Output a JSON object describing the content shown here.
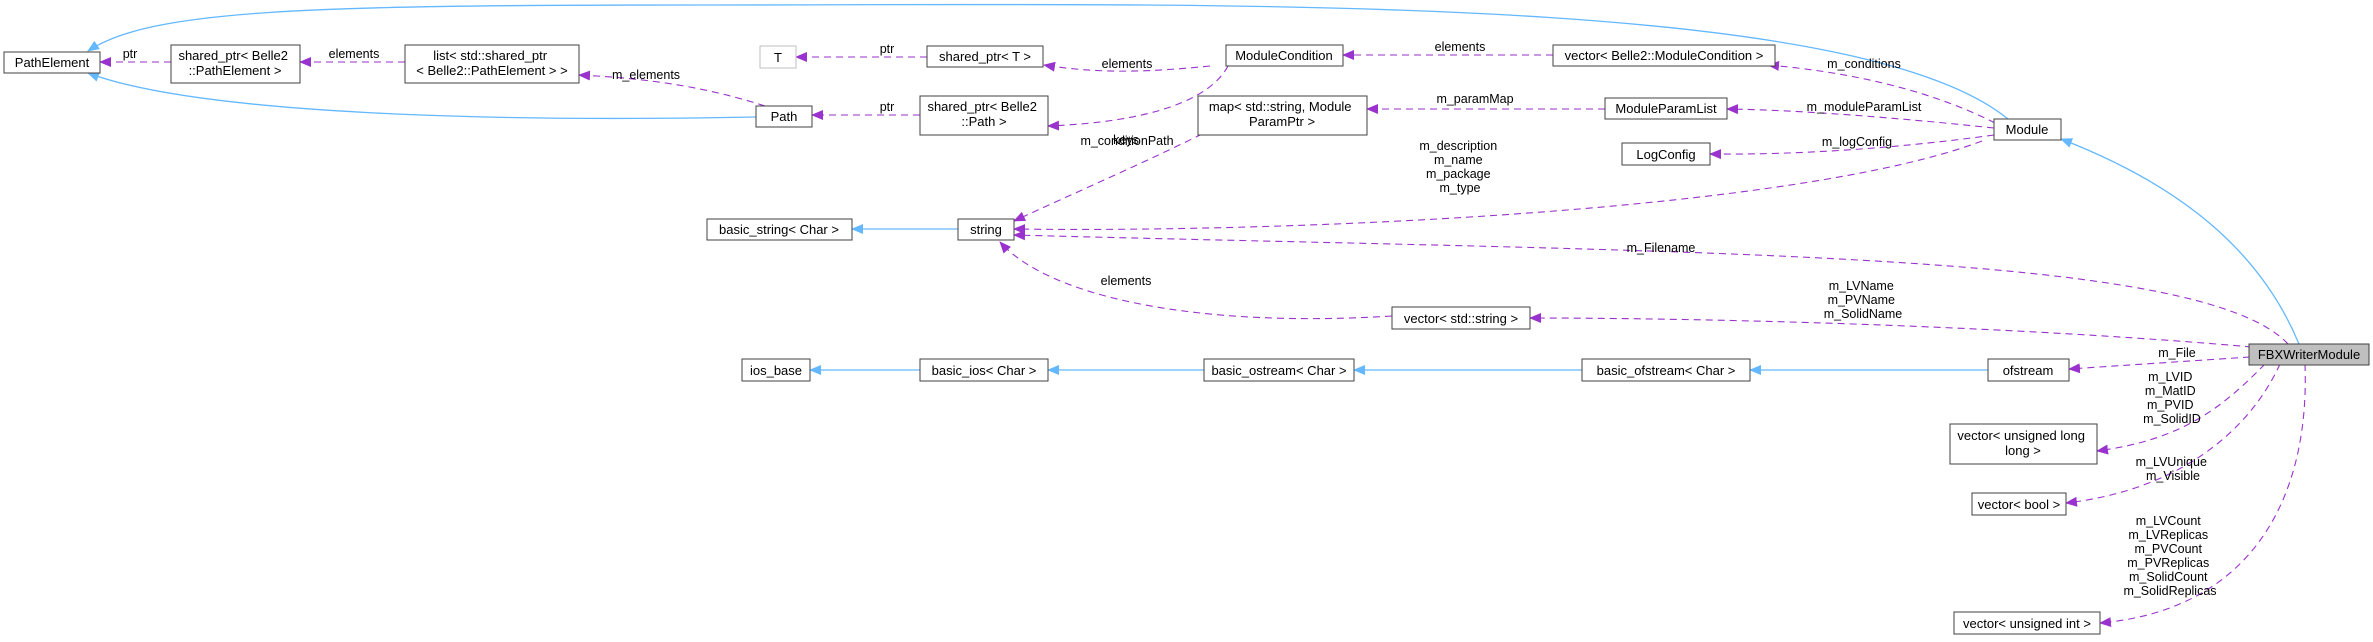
{
  "colors": {
    "inheritance_edge": "#63b8ff",
    "usage_edge": "#9a32cd",
    "highlight_node_fill": "#bfbfbf",
    "node_border": "#404040",
    "template_node_border": "#bfbfbf"
  },
  "nodes": {
    "path_element": [
      "PathElement"
    ],
    "shared_ptr_path_element": [
      "shared_ptr< Belle2",
      "::PathElement >"
    ],
    "list_shared_ptr": [
      "list< std::shared_ptr",
      "< Belle2::PathElement > >"
    ],
    "path": [
      "Path"
    ],
    "t": [
      "T"
    ],
    "shared_ptr_t": [
      "shared_ptr< T >"
    ],
    "shared_ptr_path": [
      "shared_ptr< Belle2",
      "::Path >"
    ],
    "module_condition": [
      "ModuleCondition"
    ],
    "vector_module_condition": [
      "vector< Belle2::ModuleCondition >"
    ],
    "map_string_module_param": [
      "map< std::string, Module",
      "ParamPtr >"
    ],
    "module_param_list": [
      "ModuleParamList"
    ],
    "log_config": [
      "LogConfig"
    ],
    "module": [
      "Module"
    ],
    "basic_string_char": [
      "basic_string< Char >"
    ],
    "string": [
      "string"
    ],
    "vector_std_string": [
      "vector< std::string >"
    ],
    "ios_base": [
      "ios_base"
    ],
    "basic_ios_char": [
      "basic_ios< Char >"
    ],
    "basic_ostream_char": [
      "basic_ostream< Char >"
    ],
    "basic_ofstream_char": [
      "basic_ofstream< Char >"
    ],
    "ofstream": [
      "ofstream"
    ],
    "fbx_writer_module": [
      "FBXWriterModule"
    ],
    "vector_unsigned_long_long": [
      "vector< unsigned long",
      "long >"
    ],
    "vector_bool": [
      "vector< bool >"
    ],
    "vector_unsigned_int": [
      "vector< unsigned int >"
    ]
  },
  "edge_labels": {
    "ptr_path_element": [
      "ptr"
    ],
    "elements_list": [
      "elements"
    ],
    "m_elements": [
      "m_elements"
    ],
    "ptr_t": [
      "ptr"
    ],
    "elements_shared_ptr_t": [
      "elements"
    ],
    "ptr_path": [
      "ptr"
    ],
    "m_condition_path": [
      "m_conditionPath"
    ],
    "elements_module_condition": [
      "elements"
    ],
    "m_conditions": [
      "m_conditions"
    ],
    "m_param_map": [
      "m_paramMap"
    ],
    "m_module_param_list": [
      "m_moduleParamList"
    ],
    "m_log_config": [
      "m_logConfig"
    ],
    "keys": [
      "keys"
    ],
    "module_strings": [
      "m_description",
      "m_name",
      "m_package",
      "m_type"
    ],
    "m_filename": [
      "m_Filename"
    ],
    "elements_vector_string": [
      "elements"
    ],
    "fbx_names": [
      "m_LVName",
      "m_PVName",
      "m_SolidName"
    ],
    "m_file": [
      "m_File"
    ],
    "fbx_ids": [
      "m_LVID",
      "m_MatID",
      "m_PVID",
      "m_SolidID"
    ],
    "fbx_bools": [
      "m_LVUnique",
      "m_Visible"
    ],
    "fbx_counts": [
      "m_LVCount",
      "m_LVReplicas",
      "m_PVCount",
      "m_PVReplicas",
      "m_SolidCount",
      "m_SolidReplicas"
    ]
  }
}
